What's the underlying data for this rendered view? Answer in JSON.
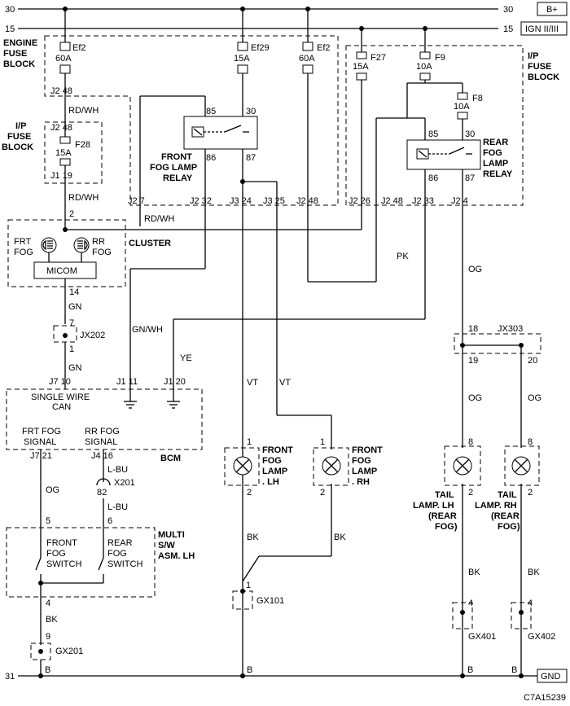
{
  "rails": {
    "b_plus_label": "B+",
    "b_plus_num": "30",
    "b_plus_num_right": "30",
    "ign_label": "IGN II/III",
    "ign_num": "15",
    "ign_num_right": "15",
    "gnd_label": "GND",
    "gnd_num": "31",
    "ground_pin": "B"
  },
  "engine_fuse_block": {
    "title_lines": [
      "ENGINE",
      "FUSE",
      "BLOCK"
    ],
    "fuses": [
      {
        "name": "Ef2",
        "amps": "60A"
      },
      {
        "name": "Ef29",
        "amps": "15A"
      },
      {
        "name": "Ef2",
        "amps": "60A"
      }
    ]
  },
  "ip_fuse_block_left": {
    "title_lines": [
      "I/P",
      "FUSE",
      "BLOCK"
    ],
    "fuse": {
      "name": "F28",
      "amps": "15A"
    }
  },
  "ip_fuse_block_right": {
    "title_lines": [
      "I/P",
      "FUSE",
      "BLOCK"
    ],
    "fuses": [
      {
        "name": "F27",
        "amps": "15A"
      },
      {
        "name": "F9",
        "amps": "10A"
      },
      {
        "name": "F8",
        "amps": "10A"
      }
    ]
  },
  "front_relay": {
    "label_lines": [
      "FRONT",
      "FOG LAMP",
      "RELAY"
    ],
    "pins": [
      "85",
      "30",
      "86",
      "87"
    ]
  },
  "rear_relay": {
    "label_lines": [
      "REAR",
      "FOG",
      "LAMP",
      "RELAY"
    ],
    "pins": [
      "85",
      "30",
      "86",
      "87"
    ]
  },
  "connectors": {
    "j2_48_top": "J2 48",
    "j2_48_b": "J2 48",
    "j1_19": "J1 19",
    "j2_7": "J2 7",
    "j2_32": "J2 32",
    "j3_24": "J3 24",
    "j3_25": "J3 25",
    "j2_48_c": "J2 48",
    "j2_26": "J2 26",
    "j2_48_d": "J2 48",
    "j2_33": "J2 33",
    "j2_4": "J2 4",
    "j7_10": "J7 10",
    "j1_11": "J1 11",
    "j1_20": "J1 20",
    "j7_21": "J7 21",
    "j4_16": "J4 16"
  },
  "wires": {
    "rd_wh_1": "RD/WH",
    "rd_wh_2": "RD/WH",
    "rd_wh_3": "RD/WH",
    "pk": "PK",
    "og_rear": "OG",
    "gn_1": "GN",
    "gn_2": "GN",
    "gn_wh": "GN/WH",
    "ye": "YE",
    "vt_1": "VT",
    "vt_2": "VT",
    "og_tail_lh": "OG",
    "og_tail_rh": "OG",
    "og_switch": "OG",
    "l_bu_1": "L-BU",
    "l_bu_2": "L-BU",
    "bk_switch": "BK",
    "bk_front_lh": "BK",
    "bk_front_rh": "BK",
    "bk_tail_lh": "BK",
    "bk_tail_rh": "BK"
  },
  "cluster": {
    "label": "CLUSTER",
    "pin_in": "2",
    "pin_out": "14",
    "frt_fog_lines": [
      "FRT",
      "FOG"
    ],
    "rr_fog_lines": [
      "RR",
      "FOG"
    ],
    "micom": "MICOM"
  },
  "jx202": {
    "label": "JX202",
    "pin_top": "7",
    "pin_bottom": "1"
  },
  "bcm": {
    "label": "BCM",
    "can_lines": [
      "SINGLE WIRE",
      "CAN"
    ],
    "frt_signal_lines": [
      "FRT FOG",
      "SIGNAL"
    ],
    "rr_signal_lines": [
      "RR FOG",
      "SIGNAL"
    ]
  },
  "x201": {
    "label": "X201",
    "pin": "82"
  },
  "multi_switch": {
    "label_lines": [
      "MULTI",
      "S/W",
      "ASM. LH"
    ],
    "front_lines": [
      "FRONT",
      "FOG",
      "SWITCH"
    ],
    "rear_lines": [
      "REAR",
      "FOG",
      "SWITCH"
    ],
    "pin_front": "5",
    "pin_rear": "6",
    "pin_out": "4"
  },
  "gx201": {
    "label": "GX201",
    "pin": "9"
  },
  "front_lamp_lh": {
    "label_lines": [
      "FRONT",
      "FOG",
      "LAMP",
      ". LH"
    ],
    "pin_top": "1",
    "pin_bottom": "2"
  },
  "front_lamp_rh": {
    "label_lines": [
      "FRONT",
      "FOG",
      "LAMP",
      ". RH"
    ],
    "pin_top": "1",
    "pin_bottom": "2"
  },
  "gx101": {
    "label": "GX101",
    "pin": "1"
  },
  "jx303": {
    "label": "JX303",
    "pins": [
      "18",
      "19",
      "20"
    ]
  },
  "tail_lh": {
    "label_lines": [
      "TAIL",
      "LAMP. LH",
      "(REAR",
      "FOG)"
    ],
    "pin_top": "8",
    "pin_bottom": "2"
  },
  "tail_rh": {
    "label_lines": [
      "TAIL",
      "LAMP. RH",
      "(REAR",
      "FOG)"
    ],
    "pin_top": "8",
    "pin_bottom": "2"
  },
  "gx401": {
    "label": "GX401",
    "pin": "4"
  },
  "gx402": {
    "label": "GX402",
    "pin": "4"
  },
  "figure_code": "C7A15239"
}
